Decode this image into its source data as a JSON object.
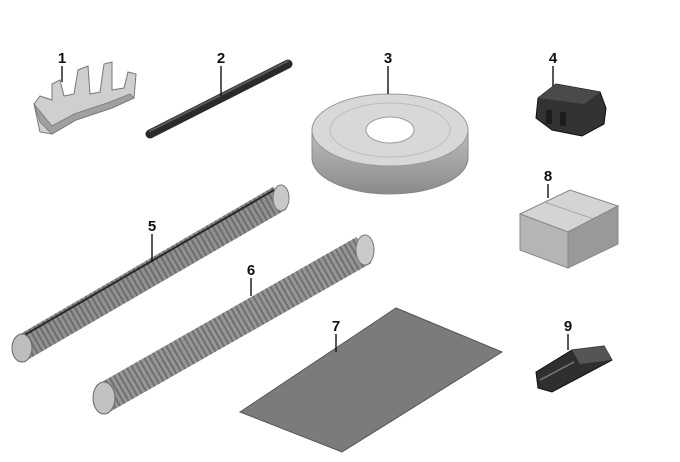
{
  "parts": [
    {
      "id": "clip",
      "number": "1"
    },
    {
      "id": "rubber-rod",
      "number": "2"
    },
    {
      "id": "tape-roll",
      "number": "3"
    },
    {
      "id": "connector-housing",
      "number": "4"
    },
    {
      "id": "corrugated-tube-slotted",
      "number": "5"
    },
    {
      "id": "corrugated-tube",
      "number": "6"
    },
    {
      "id": "sheet-pad",
      "number": "7"
    },
    {
      "id": "box",
      "number": "8"
    },
    {
      "id": "terminal-clip",
      "number": "9"
    }
  ],
  "colors": {
    "metal_light": "#d6d6d6",
    "metal_mid": "#a9a9a9",
    "rubber": "#3b3b3b",
    "tape_top": "#cfcfcf",
    "tube": "#8c8c8c",
    "sheet": "#7b7b7b",
    "box_top": "#d2d2d2",
    "dark_part": "#2f2f2f"
  }
}
